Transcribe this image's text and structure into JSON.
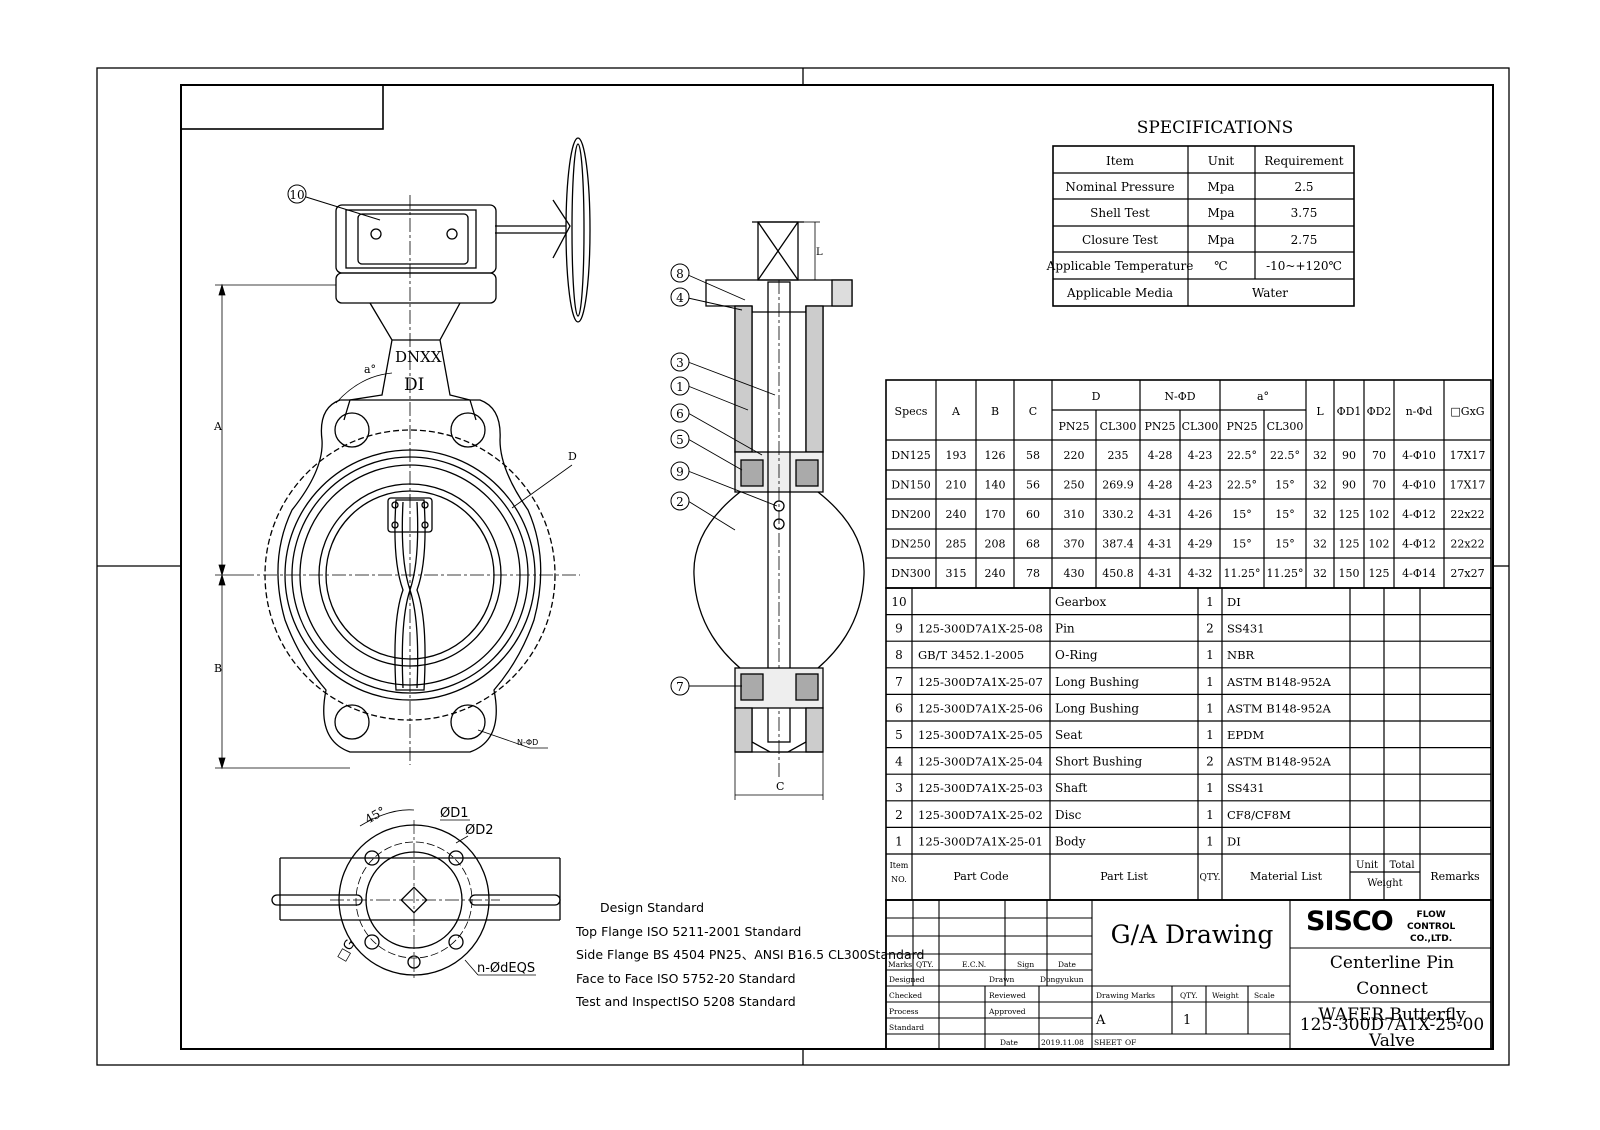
{
  "balloons": {
    "b10": "10",
    "b8": "8",
    "b4": "4",
    "b3": "3",
    "b1": "1",
    "b6": "6",
    "b5": "5",
    "b9": "9",
    "b2": "2",
    "b7": "7"
  },
  "labels": {
    "dnxx": "DNXX",
    "di": "DI",
    "a_deg": "a°",
    "dim_a": "A",
    "dim_b": "B",
    "dim_d": "D",
    "dim_c": "C",
    "dim_l": "L",
    "n_phi_d": "N-ΦD",
    "deg45": "45°",
    "od1": "ØD1",
    "od2": "ØD2",
    "sq_g": "□G",
    "n_odeqs": "n-ØdEQS"
  },
  "specifications": {
    "title": "SPECIFICATIONS",
    "headers": [
      "Item",
      "Unit",
      "Requirement"
    ],
    "rows": [
      [
        "Nominal Pressure",
        "Mpa",
        "2.5"
      ],
      [
        "Shell Test",
        "Mpa",
        "3.75"
      ],
      [
        "Closure Test",
        "Mpa",
        "2.75"
      ],
      [
        "Applicable Temperature",
        "℃",
        "-10~+120℃"
      ],
      [
        "Applicable Media",
        "Water",
        ""
      ]
    ]
  },
  "dimensions": {
    "h_specs": "Specs",
    "h_a": "A",
    "h_b": "B",
    "h_c": "C",
    "h_d": "D",
    "h_nphid": "N-ΦD",
    "h_adeg": "a°",
    "h_l": "L",
    "h_od1": "ΦD1",
    "h_od2": "ΦD2",
    "h_nphid2": "n-Φd",
    "h_gxg": "□GxG",
    "h_pn25a": "PN25",
    "h_cl300a": "CL300",
    "h_pn25b": "PN25",
    "h_cl300b": "CL300",
    "h_pn25c": "PN25",
    "h_cl300c": "CL300",
    "rows": [
      [
        "DN125",
        "193",
        "126",
        "58",
        "220",
        "235",
        "4-28",
        "4-23",
        "22.5°",
        "22.5°",
        "32",
        "90",
        "70",
        "4-Φ10",
        "17X17"
      ],
      [
        "DN150",
        "210",
        "140",
        "56",
        "250",
        "269.9",
        "4-28",
        "4-23",
        "22.5°",
        "15°",
        "32",
        "90",
        "70",
        "4-Φ10",
        "17X17"
      ],
      [
        "DN200",
        "240",
        "170",
        "60",
        "310",
        "330.2",
        "4-31",
        "4-26",
        "15°",
        "15°",
        "32",
        "125",
        "102",
        "4-Φ12",
        "22x22"
      ],
      [
        "DN250",
        "285",
        "208",
        "68",
        "370",
        "387.4",
        "4-31",
        "4-29",
        "15°",
        "15°",
        "32",
        "125",
        "102",
        "4-Φ12",
        "22x22"
      ],
      [
        "DN300",
        "315",
        "240",
        "78",
        "430",
        "450.8",
        "4-31",
        "4-32",
        "11.25°",
        "11.25°",
        "32",
        "150",
        "125",
        "4-Φ14",
        "27x27"
      ]
    ]
  },
  "bom": {
    "rows": [
      [
        "10",
        "",
        "Gearbox",
        "1",
        "DI"
      ],
      [
        "9",
        "125-300D7A1X-25-08",
        "Pin",
        "2",
        "SS431"
      ],
      [
        "8",
        "GB/T 3452.1-2005",
        "O-Ring",
        "1",
        "NBR"
      ],
      [
        "7",
        "125-300D7A1X-25-07",
        "Long Bushing",
        "1",
        "ASTM B148-952A"
      ],
      [
        "6",
        "125-300D7A1X-25-06",
        "Long Bushing",
        "1",
        "ASTM B148-952A"
      ],
      [
        "5",
        "125-300D7A1X-25-05",
        "Seat",
        "1",
        "EPDM"
      ],
      [
        "4",
        "125-300D7A1X-25-04",
        "Short Bushing",
        "2",
        "ASTM B148-952A"
      ],
      [
        "3",
        "125-300D7A1X-25-03",
        "Shaft",
        "1",
        "SS431"
      ],
      [
        "2",
        "125-300D7A1X-25-02",
        "Disc",
        "1",
        "CF8/CF8M"
      ],
      [
        "1",
        "125-300D7A1X-25-01",
        "Body",
        "1",
        "DI"
      ]
    ],
    "h_item": "Item",
    "h_no": "NO.",
    "h_partcode": "Part Code",
    "h_partlist": "Part List",
    "h_qty": "QTY.",
    "h_material": "Material List",
    "h_unit": "Unit",
    "h_total": "Total",
    "h_weight": "Weight",
    "h_remarks": "Remarks"
  },
  "title_block": {
    "marks": "Marks",
    "qty": "QTY.",
    "ecn": "E.C.N.",
    "sign": "Sign",
    "date": "Date",
    "designed": "Designed",
    "checked": "Checked",
    "process": "Process",
    "standard": "Standard",
    "drawn": "Drawn",
    "drawn_by": "Dongyukun",
    "reviewed": "Reviewed",
    "approved": "Approved",
    "date2": "Date",
    "date_value": "2019.11.08",
    "sheet": "SHEET",
    "of": "OF",
    "drawing_marks": "Drawing Marks",
    "qty2": "QTY.",
    "weight": "Weight",
    "scale": "Scale",
    "mark_value": "A",
    "qty_value": "1",
    "drawing_title": "G/A Drawing",
    "logo": "SISCO",
    "logo_sub1": "FLOW CONTROL",
    "logo_sub2": "CO.,LTD.",
    "name_line1": "Centerline Pin Connect",
    "name_line2": "WAFER Butterfly Valve",
    "drawing_code": "125-300D7A1X-25-00"
  },
  "design_standard": {
    "title": "Design Standard",
    "lines": [
      "Top Flange ISO 5211-2001 Standard",
      "Side Flange BS 4504 PN25、ANSI B16.5 CL300Standard",
      "Face to Face ISO 5752-20 Standard",
      "Test and InspectISO 5208 Standard"
    ]
  }
}
